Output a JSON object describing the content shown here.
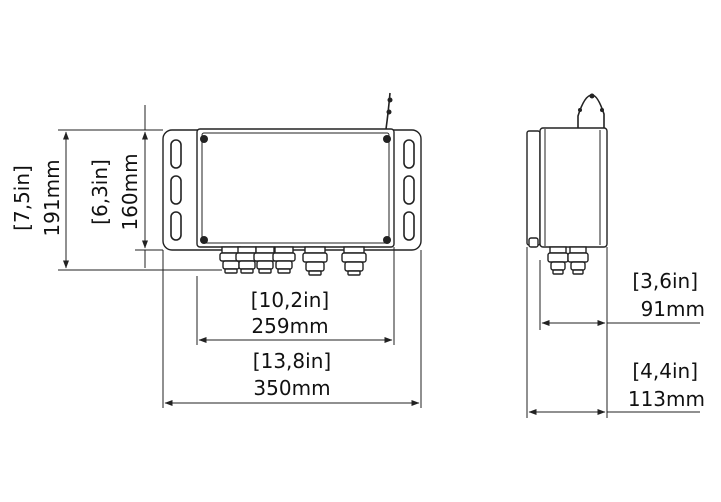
{
  "front_view": {
    "height_total": {
      "imperial": "7,5in",
      "metric": "191mm"
    },
    "height_box": {
      "imperial": "6,3in",
      "metric": "160mm"
    },
    "width_box": {
      "imperial": "10,2in",
      "metric": "259mm"
    },
    "width_total": {
      "imperial": "13,8in",
      "metric": "350mm"
    }
  },
  "side_view": {
    "depth_box": {
      "imperial": "3,6in",
      "metric": "91mm"
    },
    "depth_total": {
      "imperial": "4,4in",
      "metric": "113mm"
    }
  }
}
